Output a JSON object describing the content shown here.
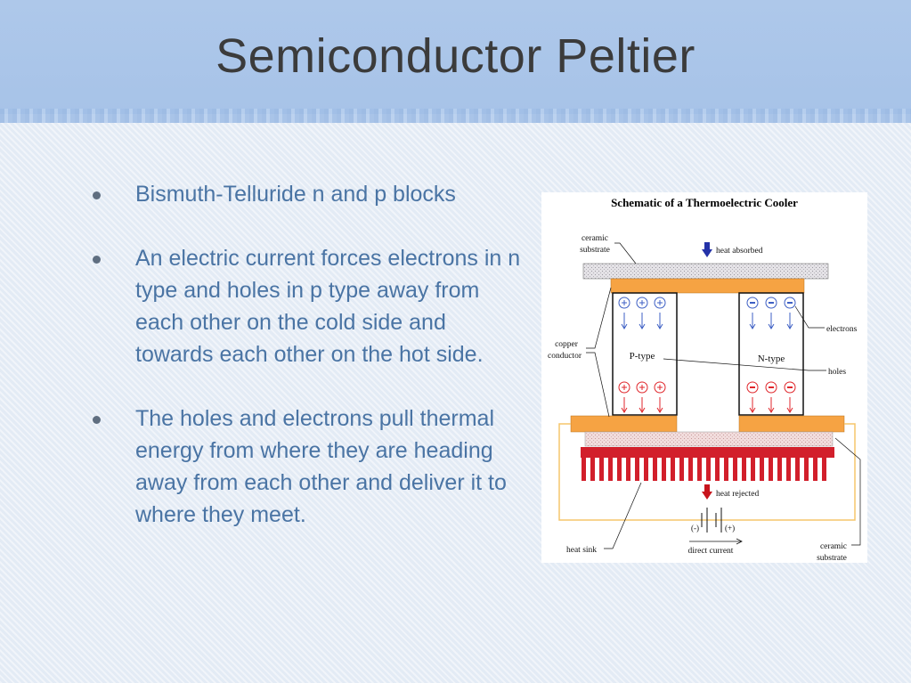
{
  "slide": {
    "title": "Semiconductor Peltier",
    "bullets": [
      {
        "text": "Bismuth-Telluride n and p blocks"
      },
      {
        "text": "An electric current forces electrons in n type and holes in p type away from each other on the cold side and towards each other on the hot side."
      },
      {
        "text": "The holes and electrons pull thermal energy from where they are heading away from each other and deliver it to where they meet."
      }
    ]
  },
  "figure": {
    "title": "Schematic of a Thermoelectric Cooler",
    "labels": {
      "ceramic_top_1": "ceramic",
      "ceramic_top_2": "substrate",
      "heat_absorbed": "heat absorbed",
      "electrons": "electrons",
      "holes": "holes",
      "copper_1": "copper",
      "copper_2": "conductor",
      "p_type": "P-type",
      "n_type": "N-type",
      "heat_rejected": "heat rejected",
      "minus": "(-)",
      "plus": "(+)",
      "direct_current": "direct current",
      "heat_sink": "heat sink",
      "ceramic_bottom_1": "ceramic",
      "ceramic_bottom_2": "substrate"
    },
    "colors": {
      "copper": "#f6a343",
      "ceramic": "#d9d6dc",
      "heat_sink": "#d21f2b",
      "hole_blue": "#3d5fc4",
      "hole_red": "#e0262b",
      "wire": "#f6c56b"
    }
  }
}
